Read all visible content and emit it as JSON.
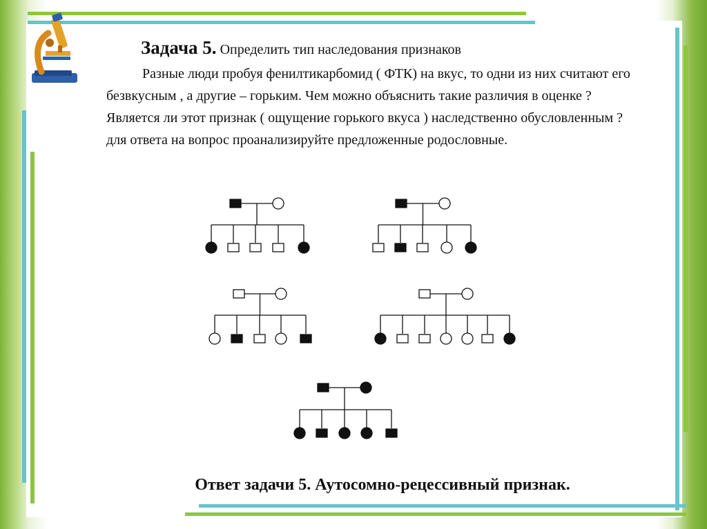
{
  "task": {
    "label": "Задача 5.",
    "prompt": "Определить тип наследования признаков",
    "body": "Разные люди пробуя фенилтикарбомид ( ФТК) на вкус, то одни из них считают его безвкусным , а другие – горьким. Чем можно объяснить такие  различия в оценке ? Является ли этот признак ( ощущение горького вкуса ) наследственно обусловленным ? для ответа на вопрос проанализируйте предложенные родословные."
  },
  "answer": "Ответ задачи 5. Аутосомно-рецессивный признак.",
  "pedigrees": [
    {
      "parents": [
        {
          "sex": "male",
          "affected": true
        },
        {
          "sex": "female",
          "affected": false
        }
      ],
      "children": [
        {
          "sex": "female",
          "affected": true
        },
        {
          "sex": "male",
          "affected": false
        },
        {
          "sex": "male",
          "affected": false
        },
        {
          "sex": "male",
          "affected": false
        },
        {
          "sex": "female",
          "affected": true
        }
      ]
    },
    {
      "parents": [
        {
          "sex": "male",
          "affected": true
        },
        {
          "sex": "female",
          "affected": false
        }
      ],
      "children": [
        {
          "sex": "male",
          "affected": false
        },
        {
          "sex": "male",
          "affected": true
        },
        {
          "sex": "male",
          "affected": false
        },
        {
          "sex": "female",
          "affected": false
        },
        {
          "sex": "female",
          "affected": true
        }
      ]
    },
    {
      "parents": [
        {
          "sex": "male",
          "affected": false
        },
        {
          "sex": "female",
          "affected": false
        }
      ],
      "children": [
        {
          "sex": "female",
          "affected": false
        },
        {
          "sex": "male",
          "affected": true
        },
        {
          "sex": "male",
          "affected": false
        },
        {
          "sex": "female",
          "affected": false
        },
        {
          "sex": "male",
          "affected": true
        }
      ]
    },
    {
      "parents": [
        {
          "sex": "male",
          "affected": false
        },
        {
          "sex": "female",
          "affected": false
        }
      ],
      "children": [
        {
          "sex": "female",
          "affected": true
        },
        {
          "sex": "male",
          "affected": false
        },
        {
          "sex": "male",
          "affected": false
        },
        {
          "sex": "female",
          "affected": false
        },
        {
          "sex": "female",
          "affected": false
        },
        {
          "sex": "male",
          "affected": false
        },
        {
          "sex": "female",
          "affected": true
        }
      ]
    },
    {
      "parents": [
        {
          "sex": "male",
          "affected": true
        },
        {
          "sex": "female",
          "affected": true
        }
      ],
      "children": [
        {
          "sex": "female",
          "affected": true
        },
        {
          "sex": "male",
          "affected": true
        },
        {
          "sex": "female",
          "affected": true
        },
        {
          "sex": "female",
          "affected": true
        },
        {
          "sex": "male",
          "affected": true
        }
      ]
    }
  ],
  "colors": {
    "green": "#8cc63f",
    "cyan": "#69c3cb",
    "ink": "#111111"
  },
  "icons": [
    "microscope-icon"
  ]
}
